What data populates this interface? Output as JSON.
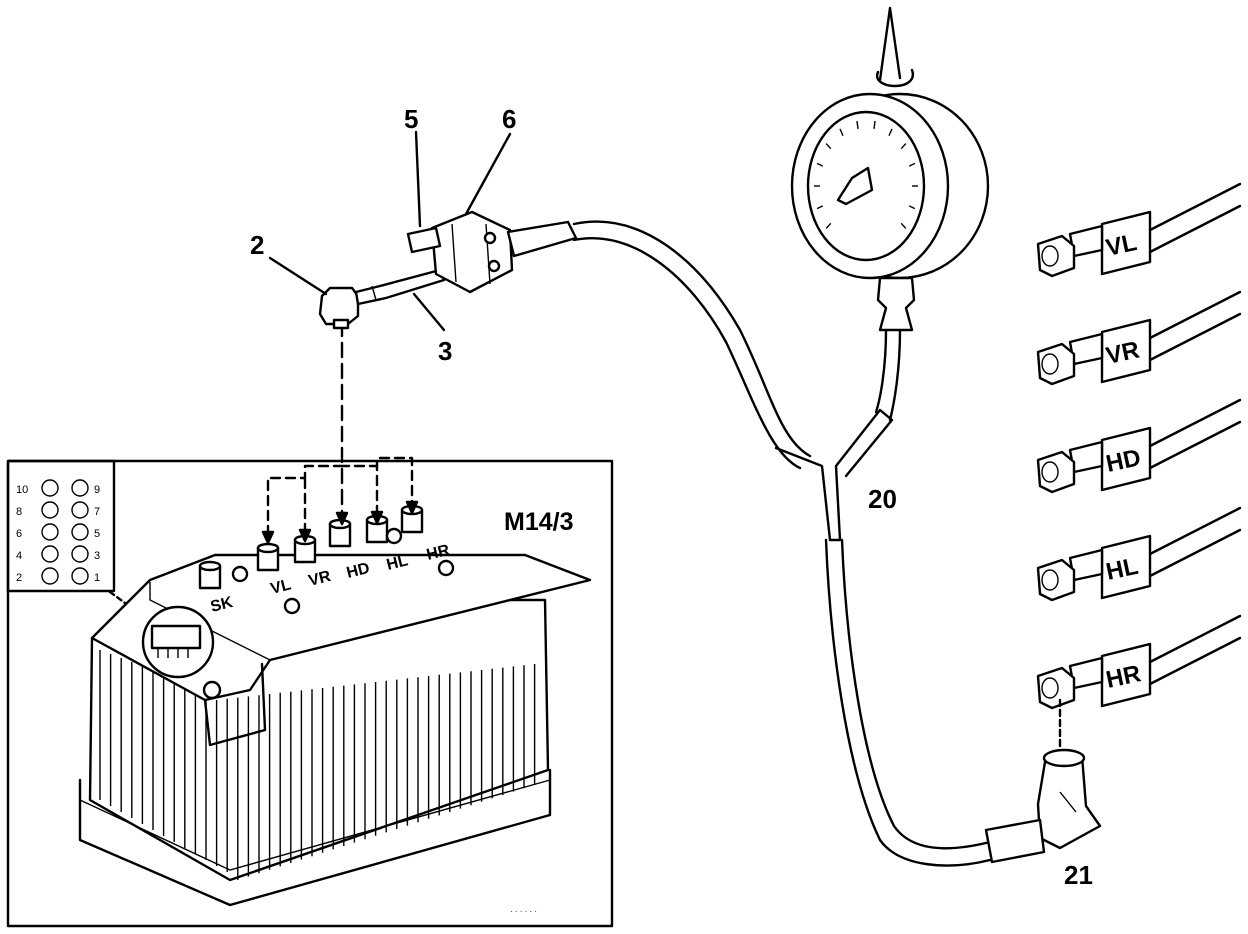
{
  "labels": {
    "part_2": "2",
    "part_3": "3",
    "part_5": "5",
    "part_6": "6",
    "part_20": "20",
    "part_21": "21",
    "module": "M14/3"
  },
  "module_port_labels": [
    "SK",
    "VL",
    "VR",
    "HD",
    "HL",
    "HR"
  ],
  "pin_map": [
    [
      "10",
      "9"
    ],
    [
      "8",
      "7"
    ],
    [
      "6",
      "5"
    ],
    [
      "4",
      "3"
    ],
    [
      "2",
      "1"
    ]
  ],
  "line_tags": [
    "VL",
    "VR",
    "HD",
    "HL",
    "HR"
  ],
  "colors": {
    "ink": "#000000",
    "paper": "#ffffff"
  }
}
